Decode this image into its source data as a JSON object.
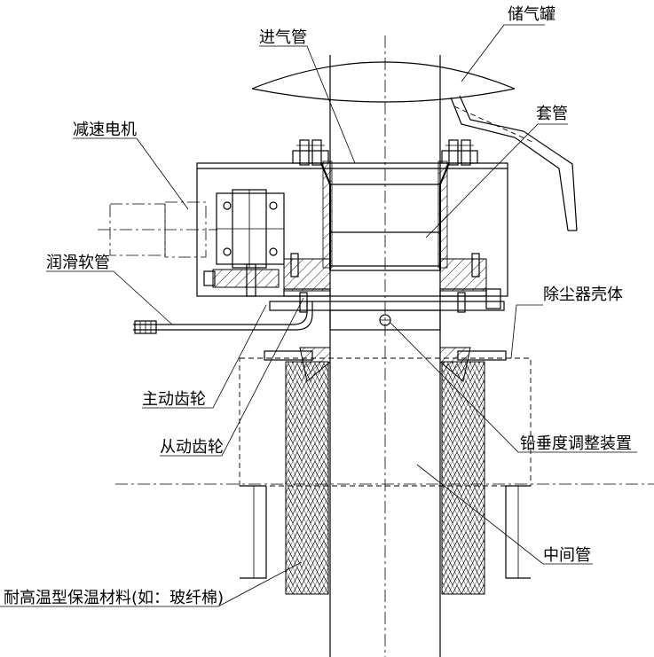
{
  "labels": {
    "storage_tank": "储气罐",
    "inlet_pipe": "进气管",
    "sleeve": "套管",
    "gear_motor": "减速电机",
    "lube_hose": "润滑软管",
    "dust_collector_shell": "除尘器壳体",
    "drive_gear": "主动齿轮",
    "driven_gear": "从动齿轮",
    "plumb_adjuster": "铅垂度调整装置",
    "middle_pipe": "中间管",
    "insulation": "耐高温型保温材料(如：玻纤棉)"
  }
}
